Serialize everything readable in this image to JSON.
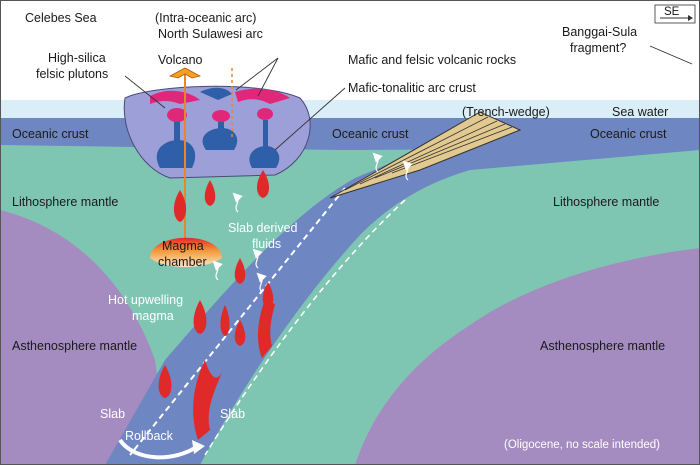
{
  "labels": {
    "celebes_sea": "Celebes Sea",
    "arc_line1": "(Intra-oceanic arc)",
    "arc_line2": "North Sulawesi arc",
    "compass": "SE",
    "banggai_line1": "Banggai-Sula",
    "banggai_line2": "fragment?",
    "volcano": "Volcano",
    "plutons_line1": "High-silica",
    "plutons_line2": "felsic plutons",
    "mafic_felsic_rocks": "Mafic and felsic volcanic rocks",
    "mafic_tonalitic_crust": "Mafic-tonalitic arc crust",
    "trench_wedge": "(Trench-wedge)",
    "sea_water": "Sea water",
    "oceanic_crust_left": "Oceanic crust",
    "oceanic_crust_mid": "Oceanic crust",
    "oceanic_crust_right": "Oceanic crust",
    "lithosphere_left": "Lithosphere mantle",
    "lithosphere_right": "Lithosphere mantle",
    "slab_fluids_line1": "Slab derived",
    "slab_fluids_line2": "fluids",
    "magma_line1": "Magma",
    "magma_line2": "chamber",
    "upwelling_line1": "Hot upwelling",
    "upwelling_line2": "magma",
    "asthenosphere_left": "Asthenosphere mantle",
    "asthenosphere_right": "Asthenosphere mantle",
    "slab_left": "Slab",
    "slab_right": "Slab",
    "rollback": "Rollback",
    "note": "(Oligocene, no scale intended)"
  },
  "colors": {
    "sea_water": "#d9eef7",
    "oceanic_crust": "#6e86c2",
    "lithosphere": "#7fc6b2",
    "asthenosphere": "#a48cc0",
    "arc_crust": "#9c9fd8",
    "slab": "#6e86c2",
    "magma": "#e02a2a",
    "pluton": "#2f5fa8",
    "felsic": "#e0287a",
    "trench_wedge": "#e2c98f"
  }
}
